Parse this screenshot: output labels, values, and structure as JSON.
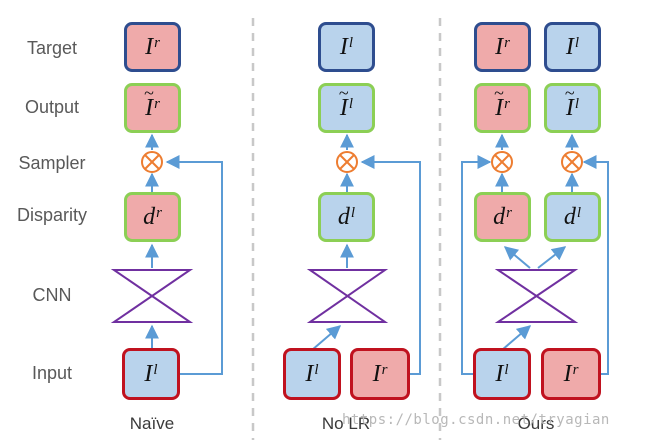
{
  "rows": {
    "target": "Target",
    "output": "Output",
    "sampler": "Sampler",
    "disparity": "Disparity",
    "cnn": "CNN",
    "input": "Input"
  },
  "columns": [
    {
      "title": "Naïve"
    },
    {
      "title": "No LR"
    },
    {
      "title": "Ours"
    }
  ],
  "symbols": {
    "I": "I",
    "d": "d",
    "r": "r",
    "l": "l"
  },
  "watermark": "https://blog.csdn.net/tryagian",
  "colors": {
    "target_border": "#2e4d8f",
    "network_border": "#8ccf55",
    "input_border": "#c0121f",
    "right_fill": "#efaaaa",
    "left_fill": "#b9d3ec",
    "arrow": "#5b9bd5",
    "sampler": "#ed7d31",
    "cnn": "#7030a0"
  }
}
